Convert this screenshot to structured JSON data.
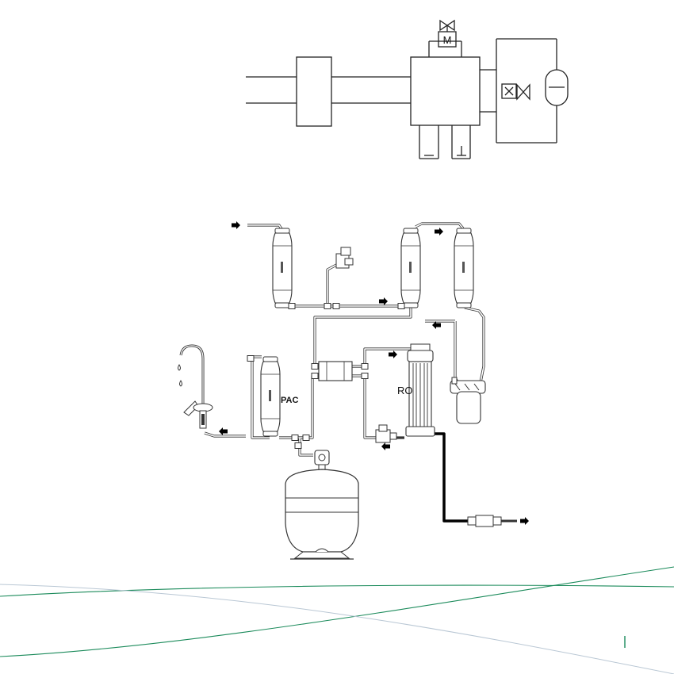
{
  "labels": {
    "ro": "RO",
    "pac": "PAC",
    "motor_symbol": "M",
    "valve_motor_symbol": "M"
  },
  "colors": {
    "line": "#222222",
    "wave_green": "#1a8a5a",
    "wave_light": "#b9c7d4",
    "tick_green": "#1a8a5a"
  },
  "icons": {
    "flow_arrow": "arrow-right-icon",
    "faucet": "faucet-icon",
    "tank": "pressure-tank-icon"
  }
}
